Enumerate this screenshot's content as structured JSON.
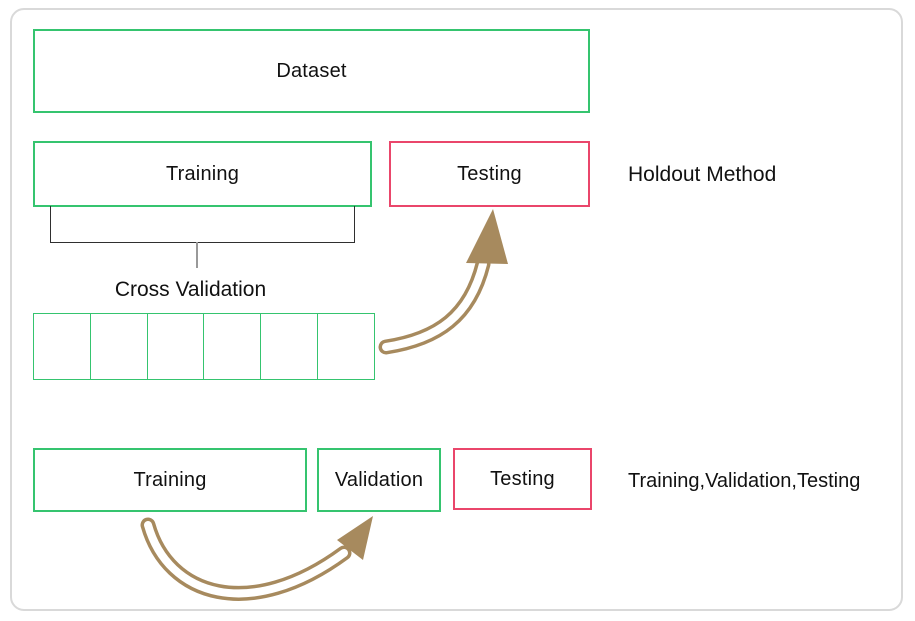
{
  "diagram": {
    "dataset_label": "Dataset",
    "holdout": {
      "training_label": "Training",
      "testing_label": "Testing",
      "method_label": "Holdout Method"
    },
    "cross_validation": {
      "label": "Cross Validation",
      "folds": 6
    },
    "three_way_split": {
      "training_label": "Training",
      "validation_label": "Validation",
      "testing_label": "Testing",
      "caption": "Training,Validation,Testing"
    }
  },
  "colors": {
    "green": "#35c46f",
    "red": "#ea466b",
    "arrow": "#a78a5e",
    "bracket": "#2f2f2f",
    "tick": "#999999",
    "card-border": "#d9d9d9",
    "text": "#111111",
    "bg": "#ffffff"
  }
}
